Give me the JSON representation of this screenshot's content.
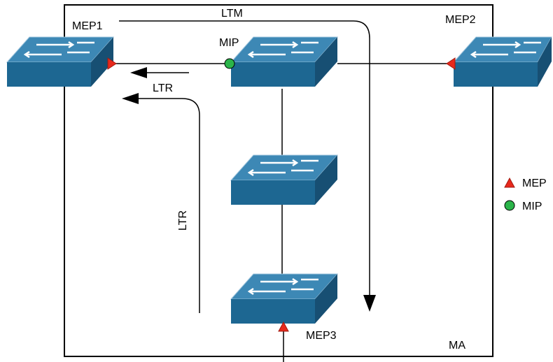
{
  "diagram": {
    "labels": {
      "mep1": "MEP1",
      "mep2": "MEP2",
      "mep3": "MEP3",
      "mip": "MIP",
      "ltm": "LTM",
      "ltr_top": "LTR",
      "ltr_vertical": "LTR",
      "ma": "MA"
    },
    "legend": {
      "mep_label": "MEP",
      "mip_label": "MIP"
    },
    "colors": {
      "switch_front": "#1d6792",
      "switch_top": "#3d88b5",
      "switch_side": "#174f73",
      "mep_marker": "#e8291c",
      "mip_marker": "#2bb44a",
      "line": "#000000"
    },
    "nodes": [
      {
        "name": "switch-mep1",
        "icon": "network-switch-icon"
      },
      {
        "name": "switch-mip",
        "icon": "network-switch-icon"
      },
      {
        "name": "switch-mep2",
        "icon": "network-switch-icon"
      },
      {
        "name": "switch-middle",
        "icon": "network-switch-icon"
      },
      {
        "name": "switch-mep3",
        "icon": "network-switch-icon"
      }
    ]
  }
}
